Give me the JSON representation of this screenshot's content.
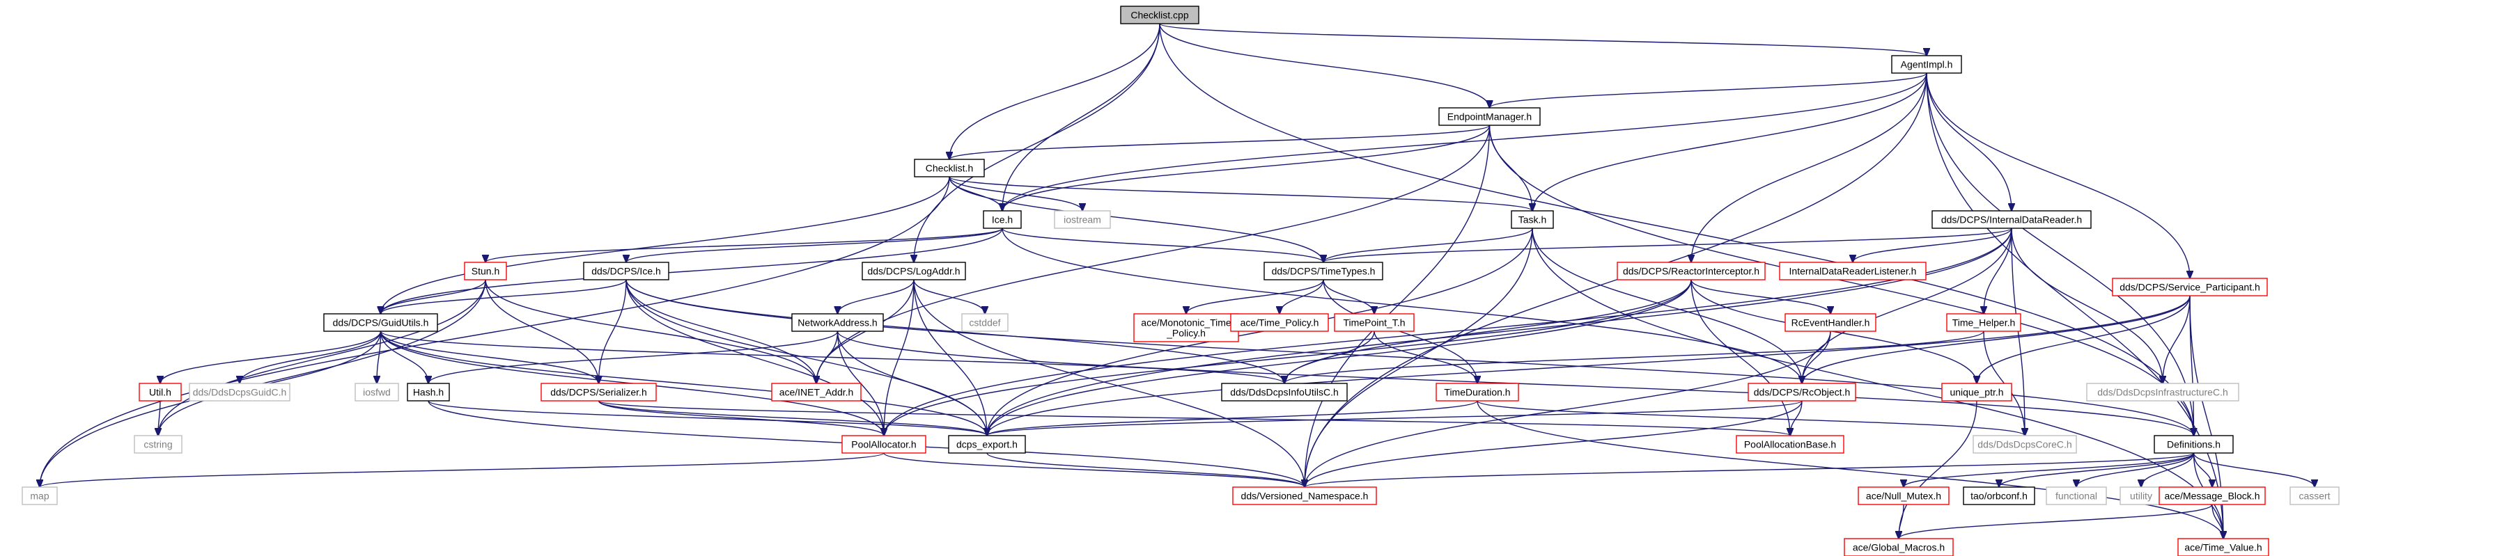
{
  "colors": {
    "edge": "#191970",
    "node_border_default": "#000000",
    "node_border_red": "#ff0000",
    "node_border_grey": "#bfbfbf",
    "node_fill_root": "#bfbfbf",
    "node_fill": "#ffffff",
    "text_default": "#000000",
    "text_grey": "#7f7f7f"
  },
  "nodes": [
    {
      "id": "checklist_cpp",
      "label": "Checklist.cpp",
      "style": "root"
    },
    {
      "id": "agentimpl_h",
      "label": "AgentImpl.h",
      "style": "black"
    },
    {
      "id": "endpointmanager_h",
      "label": "EndpointManager.h",
      "style": "black"
    },
    {
      "id": "checklist_h",
      "label": "Checklist.h",
      "style": "black"
    },
    {
      "id": "ice_h",
      "label": "Ice.h",
      "style": "black"
    },
    {
      "id": "task_h",
      "label": "Task.h",
      "style": "black"
    },
    {
      "id": "internaldatareader_h",
      "label": "dds/DCPS/InternalDataReader.h",
      "style": "black"
    },
    {
      "id": "iostream",
      "label": "iostream",
      "style": "grey"
    },
    {
      "id": "stun_h",
      "label": "Stun.h",
      "style": "red"
    },
    {
      "id": "dcps_ice_h",
      "label": "dds/DCPS/Ice.h",
      "style": "black"
    },
    {
      "id": "logaddr_h",
      "label": "dds/DCPS/LogAddr.h",
      "style": "black"
    },
    {
      "id": "timetypes_h",
      "label": "dds/DCPS/TimeTypes.h",
      "style": "black"
    },
    {
      "id": "reactorinterceptor_h",
      "label": "dds/DCPS/ReactorInterceptor.h",
      "style": "red"
    },
    {
      "id": "internaldatareaderlistener_h",
      "label": "InternalDataReaderListener.h",
      "style": "red"
    },
    {
      "id": "service_participant_h",
      "label": "dds/DCPS/Service_Participant.h",
      "style": "red"
    },
    {
      "id": "guidutils_h",
      "label": "dds/DCPS/GuidUtils.h",
      "style": "black"
    },
    {
      "id": "networkaddress_h",
      "label": "NetworkAddress.h",
      "style": "black"
    },
    {
      "id": "cstddef",
      "label": "cstddef",
      "style": "grey"
    },
    {
      "id": "monotonic_time_policy_h",
      "label": "ace/Monotonic_Time\n_Policy.h",
      "style": "red"
    },
    {
      "id": "time_policy_h",
      "label": "ace/Time_Policy.h",
      "style": "red"
    },
    {
      "id": "timepoint_t_h",
      "label": "TimePoint_T.h",
      "style": "red"
    },
    {
      "id": "rceventhandler_h",
      "label": "RcEventHandler.h",
      "style": "red"
    },
    {
      "id": "time_helper_h",
      "label": "Time_Helper.h",
      "style": "red"
    },
    {
      "id": "ddsdcpsinfrastructurec_h",
      "label": "dds/DdsDcpsInfrastructureC.h",
      "style": "grey"
    },
    {
      "id": "util_h",
      "label": "Util.h",
      "style": "red"
    },
    {
      "id": "ddsdcpsguidc_h",
      "label": "dds/DdsDcpsGuidC.h",
      "style": "grey"
    },
    {
      "id": "iosfwd",
      "label": "iosfwd",
      "style": "grey"
    },
    {
      "id": "hash_h",
      "label": "Hash.h",
      "style": "black"
    },
    {
      "id": "serializer_h",
      "label": "dds/DCPS/Serializer.h",
      "style": "red"
    },
    {
      "id": "inet_addr_h",
      "label": "ace/INET_Addr.h",
      "style": "red"
    },
    {
      "id": "ddsdcpsinfoutilsc_h",
      "label": "dds/DdsDcpsInfoUtilsC.h",
      "style": "black"
    },
    {
      "id": "timeduration_h",
      "label": "TimeDuration.h",
      "style": "red"
    },
    {
      "id": "rcobject_h",
      "label": "dds/DCPS/RcObject.h",
      "style": "red"
    },
    {
      "id": "unique_ptr_h",
      "label": "unique_ptr.h",
      "style": "red"
    },
    {
      "id": "cstring",
      "label": "cstring",
      "style": "grey"
    },
    {
      "id": "poolallocator_h",
      "label": "PoolAllocator.h",
      "style": "red"
    },
    {
      "id": "dcps_export_h",
      "label": "dcps_export.h",
      "style": "black"
    },
    {
      "id": "poolallocationbase_h",
      "label": "PoolAllocationBase.h",
      "style": "red"
    },
    {
      "id": "ddsdcpscorec_h",
      "label": "dds/DdsDcpsCoreC.h",
      "style": "grey"
    },
    {
      "id": "definitions_h",
      "label": "Definitions.h",
      "style": "black"
    },
    {
      "id": "map",
      "label": "map",
      "style": "grey"
    },
    {
      "id": "versioned_namespace_h",
      "label": "dds/Versioned_Namespace.h",
      "style": "red"
    },
    {
      "id": "null_mutex_h",
      "label": "ace/Null_Mutex.h",
      "style": "red"
    },
    {
      "id": "orbconf_h",
      "label": "tao/orbconf.h",
      "style": "black"
    },
    {
      "id": "functional",
      "label": "functional",
      "style": "grey"
    },
    {
      "id": "utility",
      "label": "utility",
      "style": "grey"
    },
    {
      "id": "message_block_h",
      "label": "ace/Message_Block.h",
      "style": "red"
    },
    {
      "id": "cassert",
      "label": "cassert",
      "style": "grey"
    },
    {
      "id": "global_macros_h",
      "label": "ace/Global_Macros.h",
      "style": "red"
    },
    {
      "id": "time_value_h",
      "label": "ace/Time_Value.h",
      "style": "red"
    }
  ],
  "edges": [
    [
      "checklist_cpp",
      "agentimpl_h"
    ],
    [
      "checklist_cpp",
      "endpointmanager_h"
    ],
    [
      "checklist_cpp",
      "checklist_h"
    ],
    [
      "checklist_cpp",
      "ice_h"
    ],
    [
      "checklist_cpp",
      "logaddr_h"
    ],
    [
      "checklist_cpp",
      "definitions_h"
    ],
    [
      "agentimpl_h",
      "endpointmanager_h"
    ],
    [
      "agentimpl_h",
      "ice_h"
    ],
    [
      "agentimpl_h",
      "task_h"
    ],
    [
      "agentimpl_h",
      "internaldatareader_h"
    ],
    [
      "agentimpl_h",
      "reactorinterceptor_h"
    ],
    [
      "agentimpl_h",
      "service_participant_h"
    ],
    [
      "agentimpl_h",
      "definitions_h"
    ],
    [
      "agentimpl_h",
      "versioned_namespace_h"
    ],
    [
      "agentimpl_h",
      "time_value_h"
    ],
    [
      "endpointmanager_h",
      "checklist_h"
    ],
    [
      "endpointmanager_h",
      "ice_h"
    ],
    [
      "endpointmanager_h",
      "task_h"
    ],
    [
      "endpointmanager_h",
      "inet_addr_h"
    ],
    [
      "endpointmanager_h",
      "versioned_namespace_h"
    ],
    [
      "endpointmanager_h",
      "definitions_h"
    ],
    [
      "checklist_h",
      "ice_h"
    ],
    [
      "checklist_h",
      "task_h"
    ],
    [
      "checklist_h",
      "iostream"
    ],
    [
      "checklist_h",
      "map"
    ],
    [
      "checklist_h",
      "guidutils_h"
    ],
    [
      "checklist_h",
      "timetypes_h"
    ],
    [
      "ice_h",
      "stun_h"
    ],
    [
      "ice_h",
      "dcps_ice_h"
    ],
    [
      "ice_h",
      "timetypes_h"
    ],
    [
      "ice_h",
      "guidutils_h"
    ],
    [
      "ice_h",
      "rcobject_h"
    ],
    [
      "task_h",
      "timetypes_h"
    ],
    [
      "task_h",
      "rcobject_h"
    ],
    [
      "task_h",
      "versioned_namespace_h"
    ],
    [
      "task_h",
      "dcps_export_h"
    ],
    [
      "task_h",
      "time_value_h"
    ],
    [
      "internaldatareader_h",
      "timetypes_h"
    ],
    [
      "internaldatareader_h",
      "internaldatareaderlistener_h"
    ],
    [
      "internaldatareader_h",
      "time_helper_h"
    ],
    [
      "internaldatareader_h",
      "ddsdcpsinfrastructurec_h"
    ],
    [
      "internaldatareader_h",
      "ddsdcpscorec_h"
    ],
    [
      "internaldatareader_h",
      "rcobject_h"
    ],
    [
      "internaldatareader_h",
      "poolallocator_h"
    ],
    [
      "internaldatareader_h",
      "dcps_export_h"
    ],
    [
      "stun_h",
      "guidutils_h"
    ],
    [
      "stun_h",
      "serializer_h"
    ],
    [
      "stun_h",
      "inet_addr_h"
    ],
    [
      "stun_h",
      "map"
    ],
    [
      "stun_h",
      "cstring"
    ],
    [
      "dcps_ice_h",
      "guidutils_h"
    ],
    [
      "dcps_ice_h",
      "serializer_h"
    ],
    [
      "dcps_ice_h",
      "inet_addr_h"
    ],
    [
      "dcps_ice_h",
      "ddsdcpsinfoutilsc_h"
    ],
    [
      "dcps_ice_h",
      "dcps_export_h"
    ],
    [
      "dcps_ice_h",
      "poolallocator_h"
    ],
    [
      "dcps_ice_h",
      "definitions_h"
    ],
    [
      "logaddr_h",
      "networkaddress_h"
    ],
    [
      "logaddr_h",
      "cstddef"
    ],
    [
      "logaddr_h",
      "inet_addr_h"
    ],
    [
      "logaddr_h",
      "dcps_export_h"
    ],
    [
      "logaddr_h",
      "poolallocator_h"
    ],
    [
      "logaddr_h",
      "versioned_namespace_h"
    ],
    [
      "timetypes_h",
      "monotonic_time_policy_h"
    ],
    [
      "timetypes_h",
      "time_policy_h"
    ],
    [
      "timetypes_h",
      "timepoint_t_h"
    ],
    [
      "timetypes_h",
      "timeduration_h"
    ],
    [
      "reactorinterceptor_h",
      "rceventhandler_h"
    ],
    [
      "reactorinterceptor_h",
      "unique_ptr_h"
    ],
    [
      "reactorinterceptor_h",
      "dcps_export_h"
    ],
    [
      "reactorinterceptor_h",
      "poolallocationbase_h"
    ],
    [
      "reactorinterceptor_h",
      "poolallocator_h"
    ],
    [
      "reactorinterceptor_h",
      "ddsdcpsinfoutilsc_h"
    ],
    [
      "service_participant_h",
      "ddsdcpsinfrastructurec_h"
    ],
    [
      "service_participant_h",
      "definitions_h"
    ],
    [
      "service_participant_h",
      "unique_ptr_h"
    ],
    [
      "service_participant_h",
      "time_value_h"
    ],
    [
      "service_participant_h",
      "dcps_export_h"
    ],
    [
      "service_participant_h",
      "rcobject_h"
    ],
    [
      "guidutils_h",
      "util_h"
    ],
    [
      "guidutils_h",
      "ddsdcpsguidc_h"
    ],
    [
      "guidutils_h",
      "iosfwd"
    ],
    [
      "guidutils_h",
      "hash_h"
    ],
    [
      "guidutils_h",
      "serializer_h"
    ],
    [
      "guidutils_h",
      "cstring"
    ],
    [
      "guidutils_h",
      "ddsdcpsinfoutilsc_h"
    ],
    [
      "guidutils_h",
      "dcps_export_h"
    ],
    [
      "guidutils_h",
      "poolallocator_h"
    ],
    [
      "networkaddress_h",
      "inet_addr_h"
    ],
    [
      "networkaddress_h",
      "hash_h"
    ],
    [
      "networkaddress_h",
      "dcps_export_h"
    ],
    [
      "networkaddress_h",
      "poolallocator_h"
    ],
    [
      "networkaddress_h",
      "definitions_h"
    ],
    [
      "timepoint_t_h",
      "timeduration_h"
    ],
    [
      "timepoint_t_h",
      "ddsdcpsinfoutilsc_h"
    ],
    [
      "rceventhandler_h",
      "rcobject_h"
    ],
    [
      "rceventhandler_h",
      "versioned_namespace_h"
    ],
    [
      "time_helper_h",
      "ddsdcpsinfoutilsc_h"
    ],
    [
      "time_helper_h",
      "ddsdcpscorec_h"
    ],
    [
      "util_h",
      "cstring"
    ],
    [
      "hash_h",
      "dcps_export_h"
    ],
    [
      "hash_h",
      "versioned_namespace_h"
    ],
    [
      "serializer_h",
      "poolallocator_h"
    ],
    [
      "serializer_h",
      "dcps_export_h"
    ],
    [
      "serializer_h",
      "poolallocationbase_h"
    ],
    [
      "timeduration_h",
      "dcps_export_h"
    ],
    [
      "timeduration_h",
      "time_value_h"
    ],
    [
      "timeduration_h",
      "ddsdcpscorec_h"
    ],
    [
      "rcobject_h",
      "dcps_export_h"
    ],
    [
      "rcobject_h",
      "poolallocationbase_h"
    ],
    [
      "rcobject_h",
      "versioned_namespace_h"
    ],
    [
      "unique_ptr_h",
      "global_macros_h"
    ],
    [
      "poolallocator_h",
      "map"
    ],
    [
      "poolallocator_h",
      "versioned_namespace_h"
    ],
    [
      "dcps_export_h",
      "versioned_namespace_h"
    ],
    [
      "definitions_h",
      "versioned_namespace_h"
    ],
    [
      "definitions_h",
      "null_mutex_h"
    ],
    [
      "definitions_h",
      "orbconf_h"
    ],
    [
      "definitions_h",
      "functional"
    ],
    [
      "definitions_h",
      "utility"
    ],
    [
      "definitions_h",
      "message_block_h"
    ],
    [
      "definitions_h",
      "cassert"
    ],
    [
      "definitions_h",
      "time_value_h"
    ],
    [
      "null_mutex_h",
      "global_macros_h"
    ],
    [
      "message_block_h",
      "global_macros_h"
    ],
    [
      "message_block_h",
      "time_value_h"
    ]
  ]
}
